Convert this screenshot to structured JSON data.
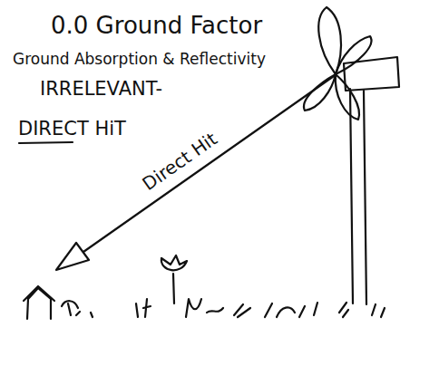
{
  "diagram": {
    "title": "0.0 Ground Factor",
    "labels": [
      "Ground Absorption & Reflectivity",
      "IRRELEVANT-",
      "DIRECT HiT",
      "Direct Hit"
    ]
  }
}
